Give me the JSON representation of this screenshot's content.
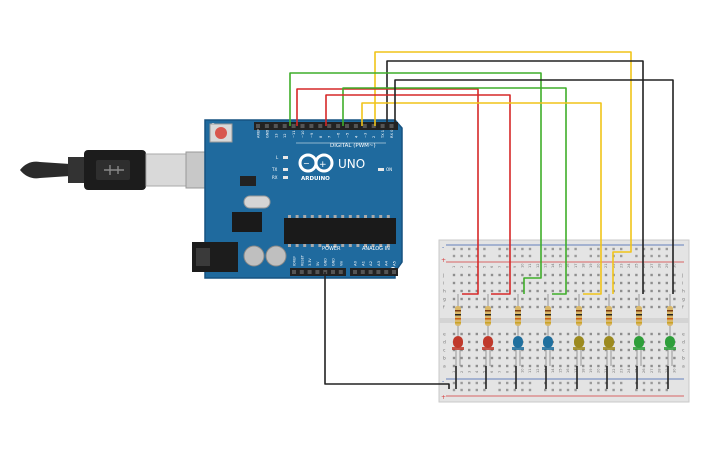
{
  "board": {
    "brand": "ARDUINO",
    "model": "UNO",
    "digital_label": "DIGITAL (PWM~)",
    "power_label": "POWER",
    "analog_label": "ANALOG IN",
    "on_label": "ON",
    "tx_label": "TX",
    "rx_label": "RX",
    "l_label": "L",
    "digital_pins": [
      "AREF",
      "GND",
      "13",
      "12",
      "~11",
      "~10",
      "~9",
      "8",
      "7",
      "~6",
      "~5",
      "4",
      "~3",
      "2",
      "TX 1",
      "RX 0"
    ],
    "power_pins": [
      "IOREF",
      "RESET",
      "3.3V",
      "5V",
      "GND",
      "GND",
      "Vin"
    ],
    "analog_pins": [
      "A0",
      "A1",
      "A2",
      "A3",
      "A4",
      "A5"
    ]
  },
  "breadboard": {
    "column_numbers": [
      "1",
      "2",
      "3",
      "4",
      "5",
      "6",
      "7",
      "8",
      "9",
      "10",
      "11",
      "12",
      "13",
      "14",
      "15",
      "16",
      "17",
      "18",
      "19",
      "20",
      "21",
      "22",
      "23",
      "24",
      "25",
      "26",
      "27",
      "28",
      "29",
      "30"
    ],
    "row_letters_top": [
      "j",
      "i",
      "h",
      "g",
      "f"
    ],
    "row_letters_bottom": [
      "e",
      "d",
      "c",
      "b",
      "a"
    ],
    "rail_plus": "+",
    "rail_minus": "-"
  },
  "colors": {
    "board": "#1f6a9e",
    "board_edge": "#165280",
    "breadboard": "#e4e4e4",
    "rail_red": "#d63b3b",
    "rail_blue": "#3b5fb0",
    "wire_red": "#d62828",
    "wire_green": "#3fae2a",
    "wire_yellow": "#f0c419",
    "wire_black": "#222222"
  },
  "leds": [
    {
      "color": "#c0392b"
    },
    {
      "color": "#c0392b"
    },
    {
      "color": "#1f6f9e"
    },
    {
      "color": "#1f6f9e"
    },
    {
      "color": "#9c8a1f"
    },
    {
      "color": "#9c8a1f"
    },
    {
      "color": "#2e9e3a"
    },
    {
      "color": "#2e9e3a"
    }
  ],
  "wires": [
    {
      "color": "yellow"
    },
    {
      "color": "black"
    },
    {
      "color": "green"
    },
    {
      "color": "red"
    },
    {
      "color": "green"
    },
    {
      "color": "red"
    },
    {
      "color": "yellow"
    },
    {
      "color": "black"
    },
    {
      "color": "black"
    }
  ],
  "icons": [
    "usb-cable-icon",
    "reset-button-icon",
    "power-jack-icon",
    "arduino-infinity-logo-icon",
    "microcontroller-chip-icon"
  ]
}
